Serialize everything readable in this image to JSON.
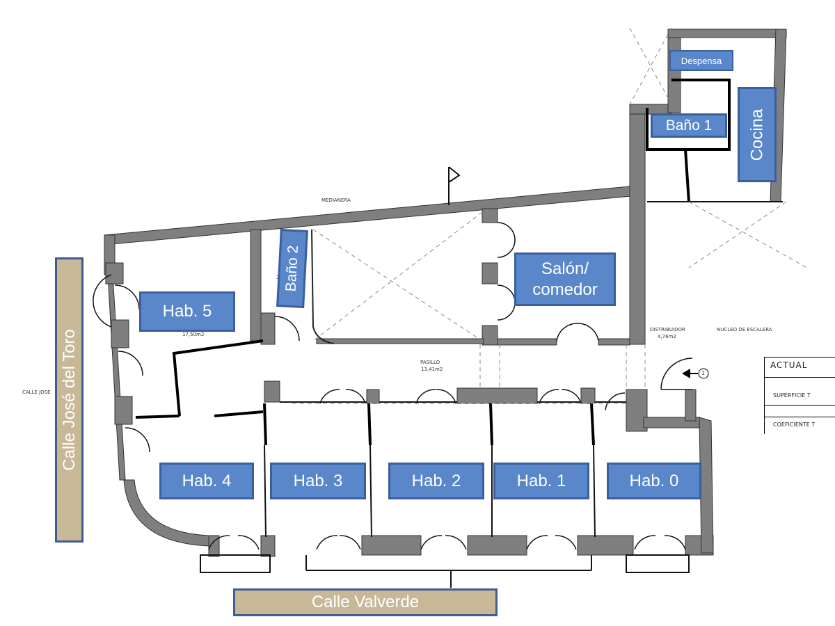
{
  "rooms": {
    "despensa": "Despensa",
    "bano1": "Baño 1",
    "cocina": "Cocina",
    "bano2": "Baño 2",
    "salon": "Salón/\ncomedor",
    "hab5": "Hab. 5",
    "hab4": "Hab. 4",
    "hab3": "Hab. 3",
    "hab2": "Hab. 2",
    "hab1": "Hab. 1",
    "hab0": "Hab. 0"
  },
  "streets": {
    "left": "Calle José del Toro",
    "bottom": "Calle Valverde"
  },
  "plan_text": {
    "medianera": "MEDIANERA",
    "hab5_area": "17,50m2",
    "bano2_area": "3,",
    "pasillo": "PASILLO",
    "pasillo_area": "13,41m2",
    "distribuidor": "DISTRIBUIDOR",
    "distribuidor_area": "4,76m2",
    "nucleo": "NUCLEO DE ESCALERA",
    "calle_small": "CALLE JOSE",
    "entry_marker": "1"
  },
  "table": {
    "header": "ACTUAL",
    "row1": "SUPERFICIE T",
    "row2": "COEFICIENTE T"
  },
  "colors": {
    "room_label_bg": "#5a87c9",
    "room_label_border": "#3a5f9e",
    "street_bg": "#c8b898",
    "wall": "#7a7a7a"
  }
}
